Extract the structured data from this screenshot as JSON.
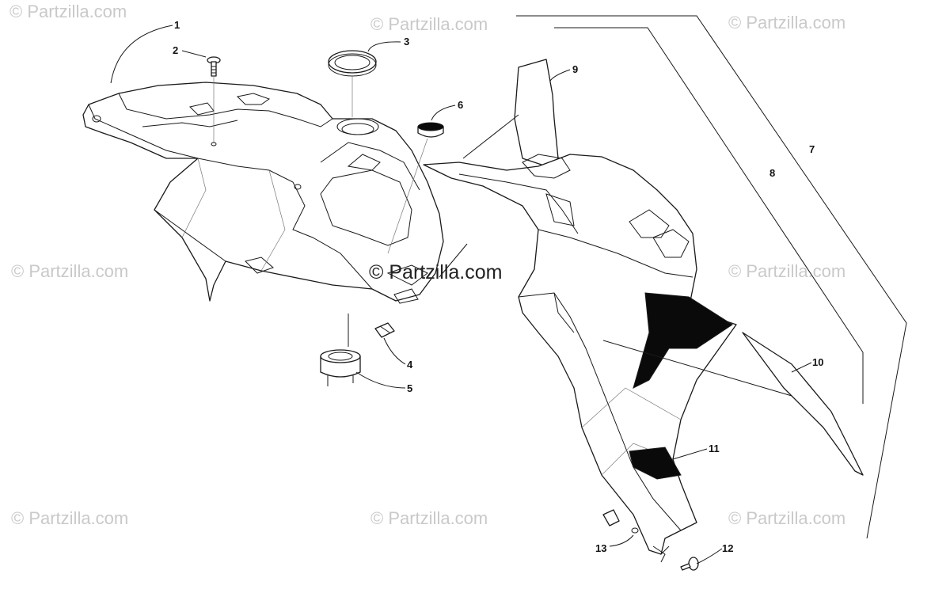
{
  "diagram": {
    "watermark_text": "© Partzilla.com",
    "center_watermark_text": "© Partzilla.com",
    "callouts": [
      {
        "id": "1",
        "label": "1"
      },
      {
        "id": "2",
        "label": "2"
      },
      {
        "id": "3",
        "label": "3"
      },
      {
        "id": "4",
        "label": "4"
      },
      {
        "id": "5",
        "label": "5"
      },
      {
        "id": "6",
        "label": "6"
      },
      {
        "id": "7",
        "label": "7"
      },
      {
        "id": "8",
        "label": "8"
      },
      {
        "id": "9",
        "label": "9"
      },
      {
        "id": "10",
        "label": "10"
      },
      {
        "id": "11",
        "label": "11"
      },
      {
        "id": "12",
        "label": "12"
      },
      {
        "id": "13",
        "label": "13"
      }
    ]
  }
}
